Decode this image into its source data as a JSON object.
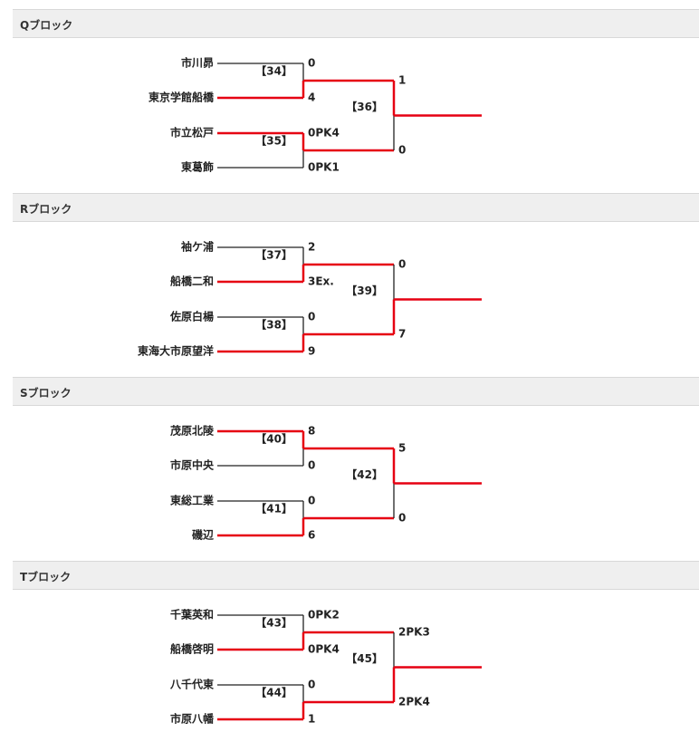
{
  "colors": {
    "winner": "#e60012",
    "loser": "#222222",
    "header_bg": "#efefef"
  },
  "blocks": [
    {
      "title": "Qブロック",
      "final_match": "【36】",
      "matches": [
        {
          "number": "【34】",
          "top": {
            "team": "市川昴",
            "score": "0",
            "winner": false
          },
          "bottom": {
            "team": "東京学館船橋",
            "score": "4",
            "winner": true
          }
        },
        {
          "number": "【35】",
          "top": {
            "team": "市立松戸",
            "score": "0PK4",
            "winner": true
          },
          "bottom": {
            "team": "東葛飾",
            "score": "0PK1",
            "winner": false
          }
        }
      ],
      "semi": {
        "top_score": "1",
        "bottom_score": "0",
        "winner": "top"
      }
    },
    {
      "title": "Rブロック",
      "final_match": "【39】",
      "matches": [
        {
          "number": "【37】",
          "top": {
            "team": "袖ケ浦",
            "score": "2",
            "winner": false
          },
          "bottom": {
            "team": "船橋二和",
            "score": "3Ex.",
            "winner": true
          }
        },
        {
          "number": "【38】",
          "top": {
            "team": "佐原白楊",
            "score": "0",
            "winner": false
          },
          "bottom": {
            "team": "東海大市原望洋",
            "score": "9",
            "winner": true
          }
        }
      ],
      "semi": {
        "top_score": "0",
        "bottom_score": "7",
        "winner": "bottom"
      }
    },
    {
      "title": "Sブロック",
      "final_match": "【42】",
      "matches": [
        {
          "number": "【40】",
          "top": {
            "team": "茂原北陵",
            "score": "8",
            "winner": true
          },
          "bottom": {
            "team": "市原中央",
            "score": "0",
            "winner": false
          }
        },
        {
          "number": "【41】",
          "top": {
            "team": "東総工業",
            "score": "0",
            "winner": false
          },
          "bottom": {
            "team": "磯辺",
            "score": "6",
            "winner": true
          }
        }
      ],
      "semi": {
        "top_score": "5",
        "bottom_score": "0",
        "winner": "top"
      }
    },
    {
      "title": "Tブロック",
      "final_match": "【45】",
      "matches": [
        {
          "number": "【43】",
          "top": {
            "team": "千葉英和",
            "score": "0PK2",
            "winner": false
          },
          "bottom": {
            "team": "船橋啓明",
            "score": "0PK4",
            "winner": true
          }
        },
        {
          "number": "【44】",
          "top": {
            "team": "八千代東",
            "score": "0",
            "winner": false
          },
          "bottom": {
            "team": "市原八幡",
            "score": "1",
            "winner": true
          }
        }
      ],
      "semi": {
        "top_score": "2PK3",
        "bottom_score": "2PK4",
        "winner": "bottom"
      }
    }
  ]
}
